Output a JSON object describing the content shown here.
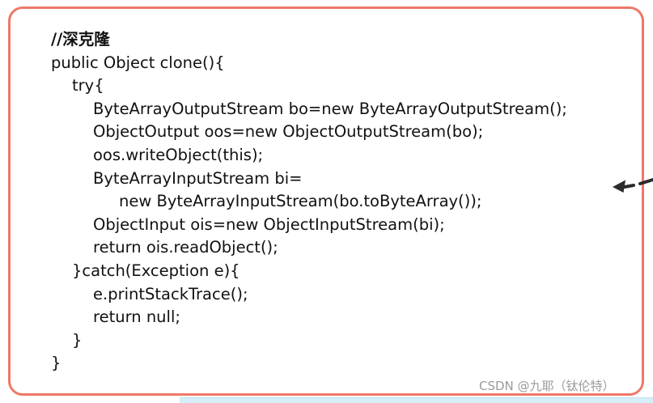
{
  "code": {
    "comment": "//深克隆",
    "lines": [
      "public Object clone(){",
      "try{",
      "ByteArrayOutputStream bo=new ByteArrayOutputStream();",
      "ObjectOutput oos=new ObjectOutputStream(bo);",
      "oos.writeObject(this);",
      "ByteArrayInputStream bi=",
      "new ByteArrayInputStream(bo.toByteArray());",
      "ObjectInput ois=new ObjectInputStream(bi);",
      "return ois.readObject();",
      "}catch(Exception e){",
      "e.printStackTrace();",
      "return null;",
      "}",
      "}"
    ]
  },
  "watermark": "CSDN @九耶（钛伦特）",
  "colors": {
    "frame_border": "#ee7867",
    "code_text": "#111111",
    "watermark_text": "#9a9a9a",
    "bottom_strip": "#d6eef7"
  },
  "icons": {
    "annotation_arrow": "dashed-arrow-left-icon"
  }
}
